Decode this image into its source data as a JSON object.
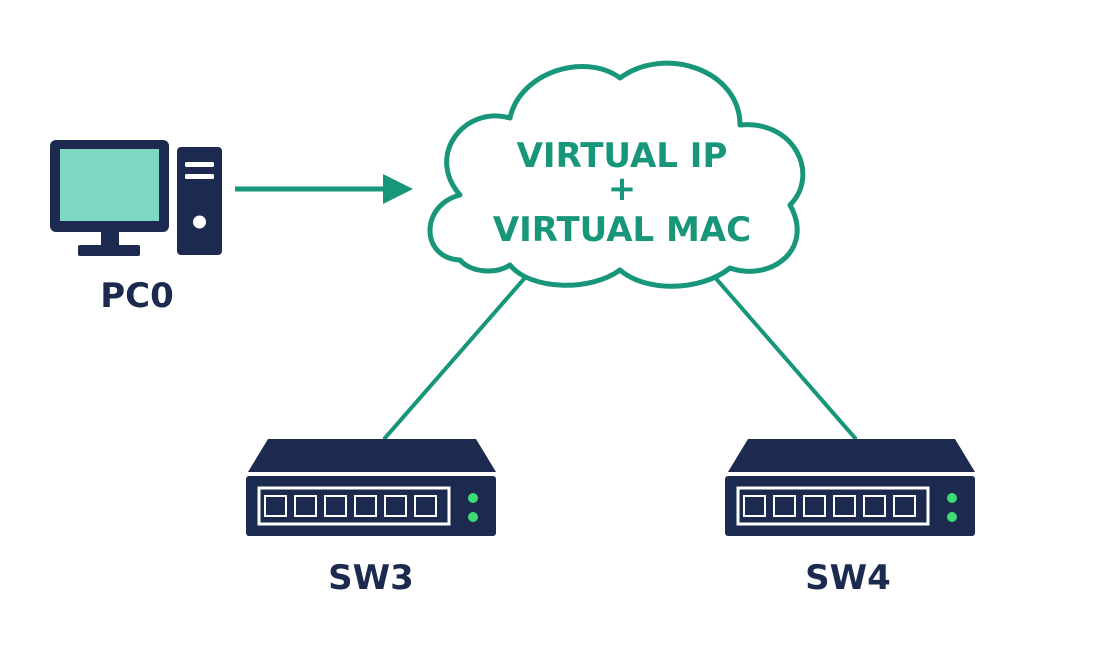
{
  "colors": {
    "navy": "#1b2a4e",
    "teal": "#17967a",
    "screen": "#7fd8c4",
    "led": "#3ddc74",
    "background": "#ffffff"
  },
  "nodes": {
    "pc": {
      "label": "PC0",
      "icon": "desktop-computer-icon"
    },
    "cloud": {
      "line1": "VIRTUAL IP",
      "line2": "+",
      "line3": "VIRTUAL MAC",
      "icon": "cloud-icon"
    },
    "sw3": {
      "label": "SW3",
      "icon": "network-switch-icon"
    },
    "sw4": {
      "label": "SW4",
      "icon": "network-switch-icon"
    }
  }
}
